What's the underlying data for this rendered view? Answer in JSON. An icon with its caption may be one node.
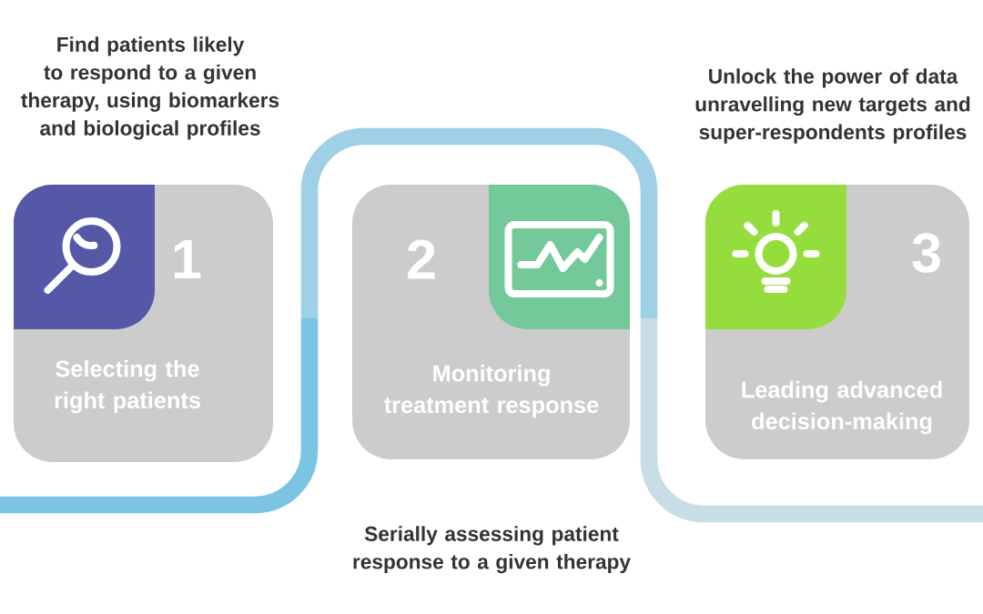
{
  "diagram": {
    "nodes": [
      {
        "text": [
          "1",
          "Selecting the right patients"
        ],
        "beside": [
          "Find patients likely to respond to a given therapy, using biomarkers and biological profiles"
        ]
      },
      {
        "text": [
          "2",
          "Monitoring treatment response"
        ],
        "beside": [
          "Serially assessing patient response to a given therapy"
        ]
      },
      {
        "text": [
          "3",
          "Leading advanced decision-making"
        ],
        "beside": [
          "Unlock the power of data unravelling new targets and super-respondents profiles"
        ]
      }
    ]
  }
}
